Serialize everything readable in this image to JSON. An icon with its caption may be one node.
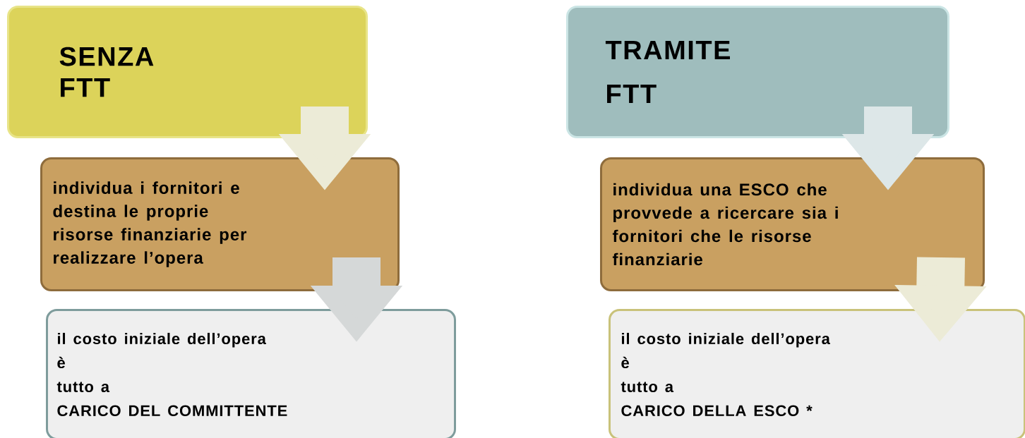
{
  "diagram": {
    "nodes": [
      {
        "text": [
          "SENZA FTT"
        ]
      },
      {
        "text": [
          "individua i fornitori e destina le proprie risorse finanziarie per realizzare l’opera"
        ]
      },
      {
        "text": [
          "il costo iniziale dell’opera",
          "è",
          "tutto a",
          "CARICO DEL COMMITTENTE"
        ]
      },
      {
        "text": [
          "TRAMITE FTT"
        ]
      },
      {
        "text": [
          "individua una ESCO che provvede a ricercare sia i fornitori che le risorse finanziarie"
        ]
      },
      {
        "text": [
          "il costo iniziale dell’opera",
          "è",
          "tutto a",
          "CARICO DELLA ESCO *"
        ]
      }
    ],
    "edges": [
      {
        "from": 0,
        "to": 1,
        "arrow": "to"
      },
      {
        "from": 1,
        "to": 2,
        "arrow": "to",
        "color": "#d5d8d8"
      },
      {
        "from": 3,
        "to": 4,
        "arrow": "to",
        "color": "#dde7e8"
      },
      {
        "from": 4,
        "to": 5,
        "arrow": "to"
      }
    ]
  }
}
